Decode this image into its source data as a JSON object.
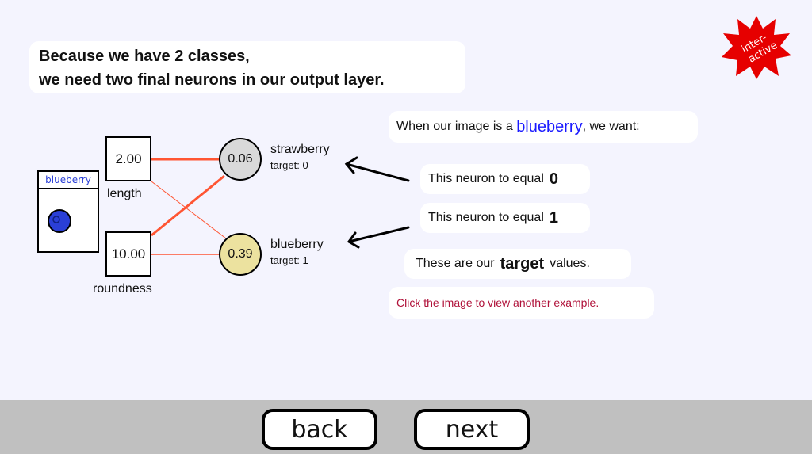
{
  "title": {
    "line1": "Because we have 2 classes,",
    "line2": "we need two final neurons in our output layer."
  },
  "badge": {
    "line1": "inter-",
    "line2": "active",
    "color": "#e60000"
  },
  "image_card": {
    "label": "blueberry",
    "fruit_color": "#2a3fd6"
  },
  "inputs": [
    {
      "value": "2.00",
      "label": "length"
    },
    {
      "value": "10.00",
      "label": "roundness"
    }
  ],
  "outputs": [
    {
      "value": "0.06",
      "name": "strawberry",
      "target": "target: 0",
      "color": "#d9d9d9"
    },
    {
      "value": "0.39",
      "name": "blueberry",
      "target": "target: 1",
      "color": "#ece29f"
    }
  ],
  "explain": {
    "intro_prefix": "When our image is a ",
    "intro_class": "blueberry",
    "intro_suffix": ", we want:",
    "neuron0_text": "This neuron to equal",
    "neuron0_value": "0",
    "neuron1_text": "This neuron to equal",
    "neuron1_value": "1",
    "target_prefix": "These are our",
    "target_word": "target",
    "target_suffix": "values.",
    "hint": "Click the image to view another example."
  },
  "nav": {
    "back": "back",
    "next": "next"
  },
  "colors": {
    "connection": "#ff5533",
    "hint": "#b0123a",
    "class_blue": "#1a1aff"
  }
}
